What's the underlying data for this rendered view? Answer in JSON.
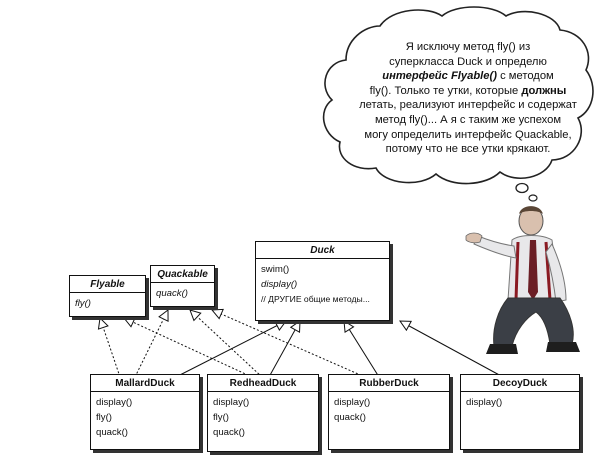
{
  "bubble": {
    "line1": "Я исключу метод fly() из",
    "line2": "суперкласса Duck и определю",
    "line3_bold": "интерфейс Flyable()",
    "line3_rest": " с методом",
    "line4_a": "fly(). Только те утки, которые ",
    "line4_bold": "должны",
    "line5": "летать, реализуют интерфейс и содержат",
    "line6": "метод fly()... А я с таким же успехом",
    "line7": "могу определить интерфейс Quackable,",
    "line8": "потому что не все утки крякают."
  },
  "classes": {
    "duck": {
      "name": "Duck",
      "methods": [
        "swim()",
        "display()",
        "// ДРУГИЕ общие методы..."
      ]
    },
    "flyable": {
      "name": "Flyable",
      "methods": [
        "fly()"
      ]
    },
    "quackable": {
      "name": "Quackable",
      "methods": [
        "quack()"
      ]
    },
    "mallard": {
      "name": "MallardDuck",
      "methods": [
        "display()",
        "fly()",
        "quack()"
      ]
    },
    "redhead": {
      "name": "RedheadDuck",
      "methods": [
        "display()",
        "fly()",
        "quack()"
      ]
    },
    "rubber": {
      "name": "RubberDuck",
      "methods": [
        "display()",
        "quack()"
      ]
    },
    "decoy": {
      "name": "DecoyDuck",
      "methods": [
        "display()"
      ]
    }
  }
}
